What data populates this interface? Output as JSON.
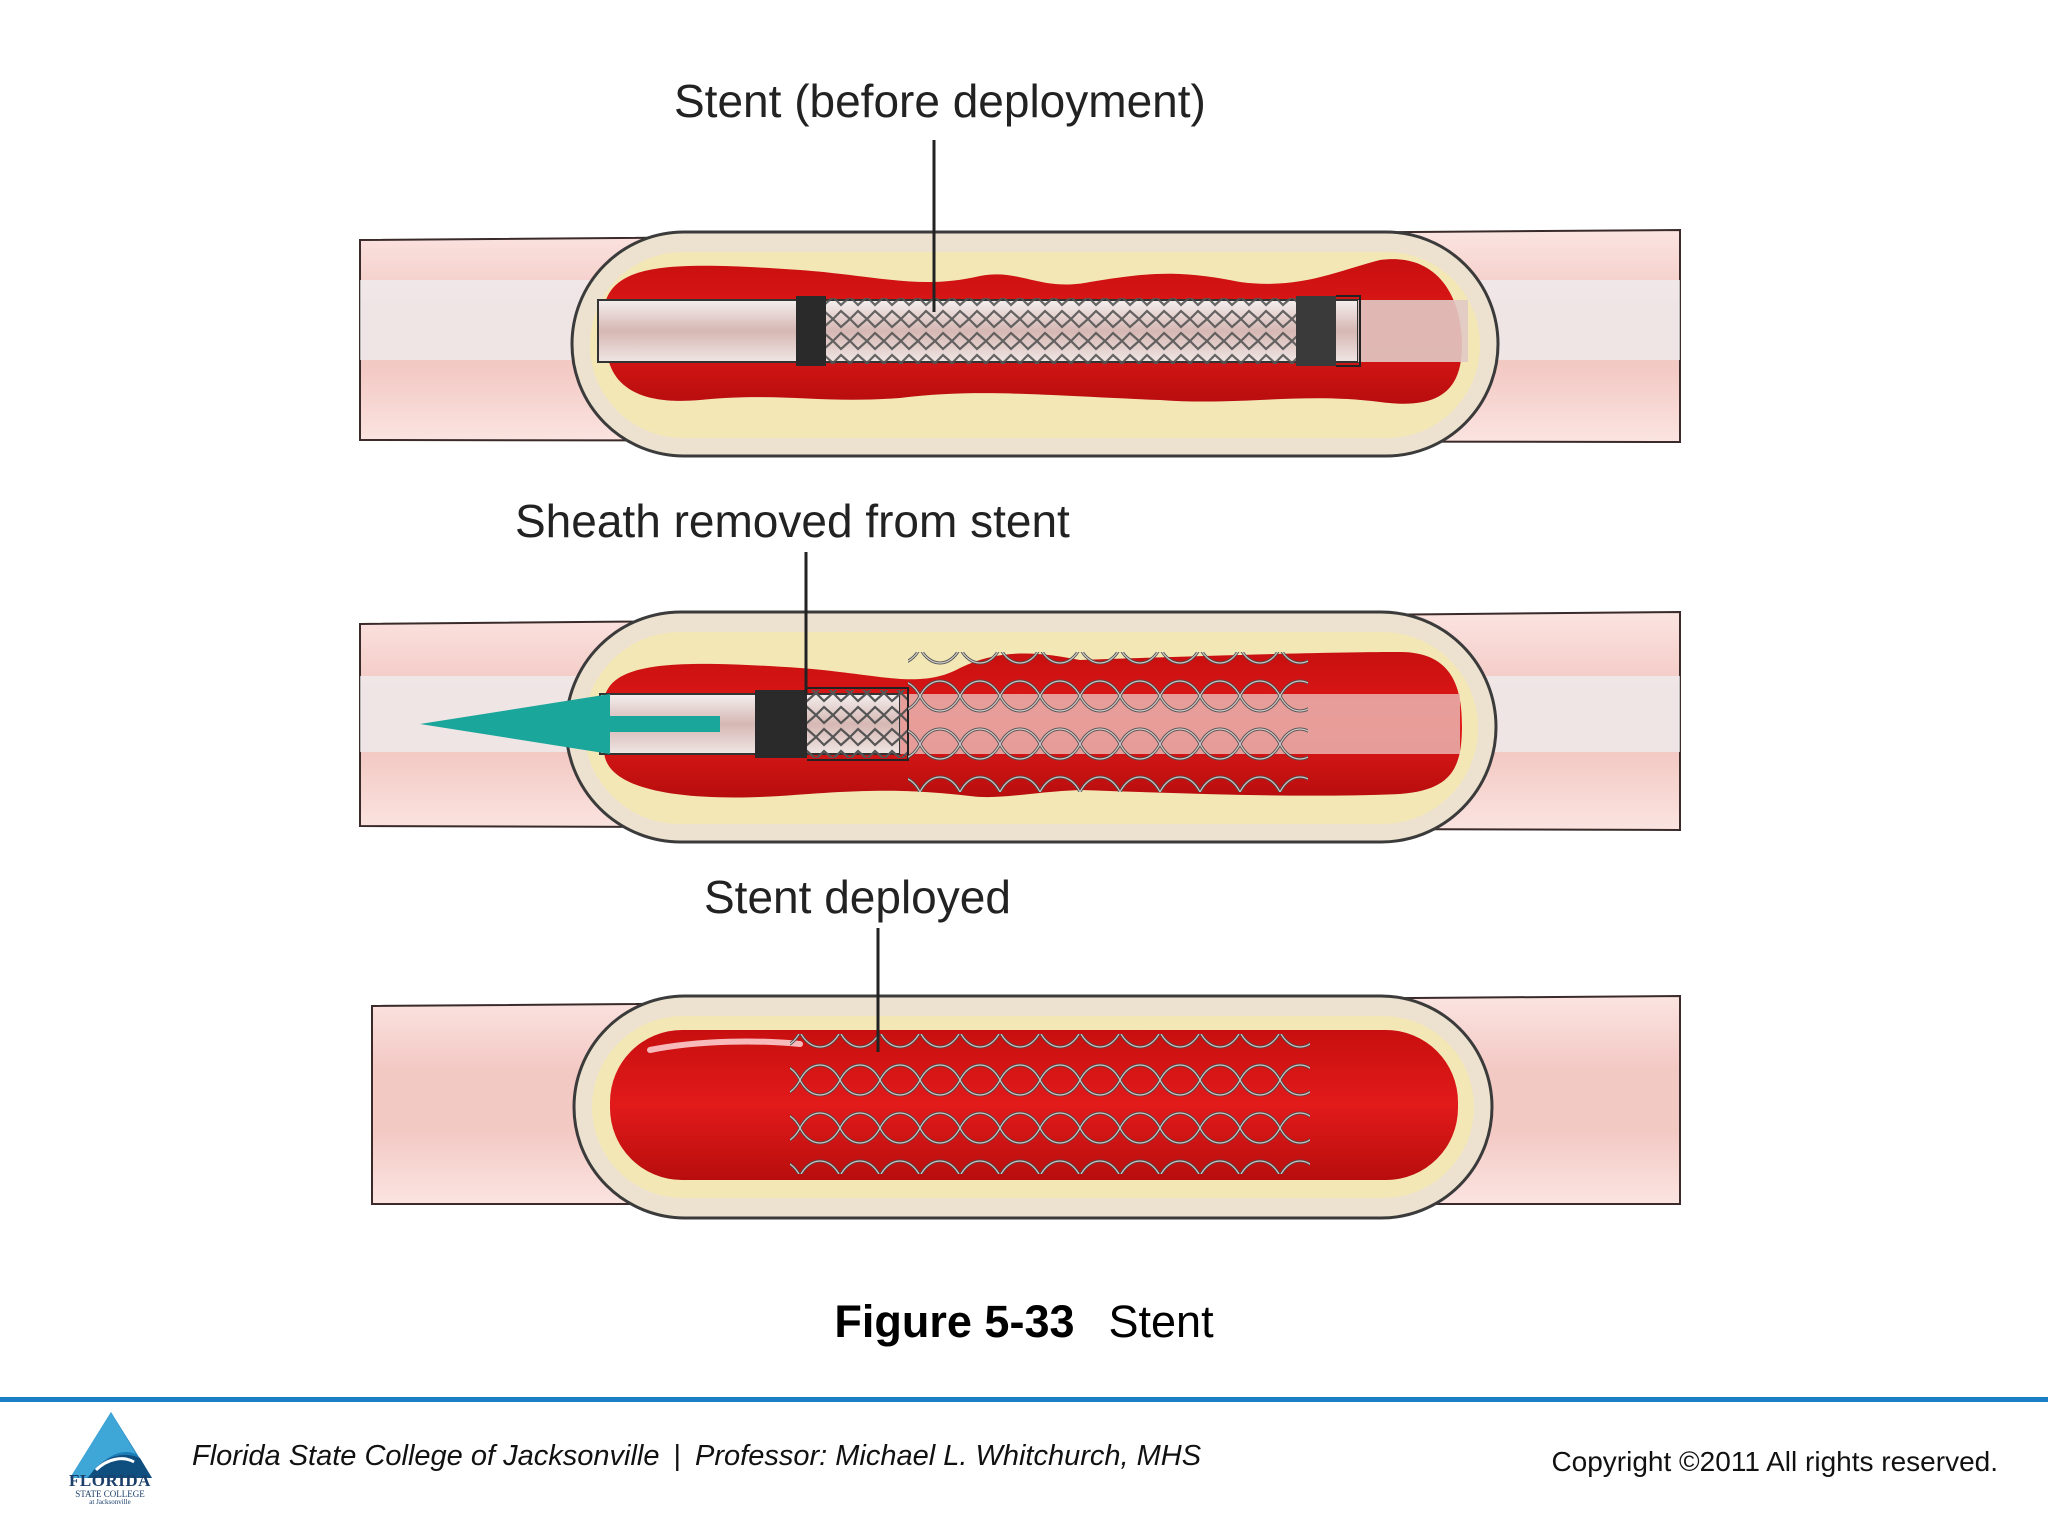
{
  "labels": {
    "before": "Stent (before deployment)",
    "sheath": "Sheath removed from stent",
    "deployed": "Stent deployed"
  },
  "caption": {
    "number": "Figure 5-33",
    "title": "Stent"
  },
  "footer": {
    "institution": "Florida State College of Jacksonville",
    "separator": "|",
    "professor": "Professor: Michael L. Whitchurch, MHS",
    "copyright": "Copyright ©2011  All rights reserved."
  },
  "logo": {
    "line1": "FLORIDA",
    "line2": "STATE COLLEGE",
    "line3": "at Jacksonville"
  },
  "colors": {
    "blood": "#d41515",
    "plaque": "#f1e3a4",
    "vessel": "#f7d3cf",
    "wall": "#ece2cf",
    "arrow": "#1aa69a",
    "footer_rule": "#1a7fc4"
  }
}
